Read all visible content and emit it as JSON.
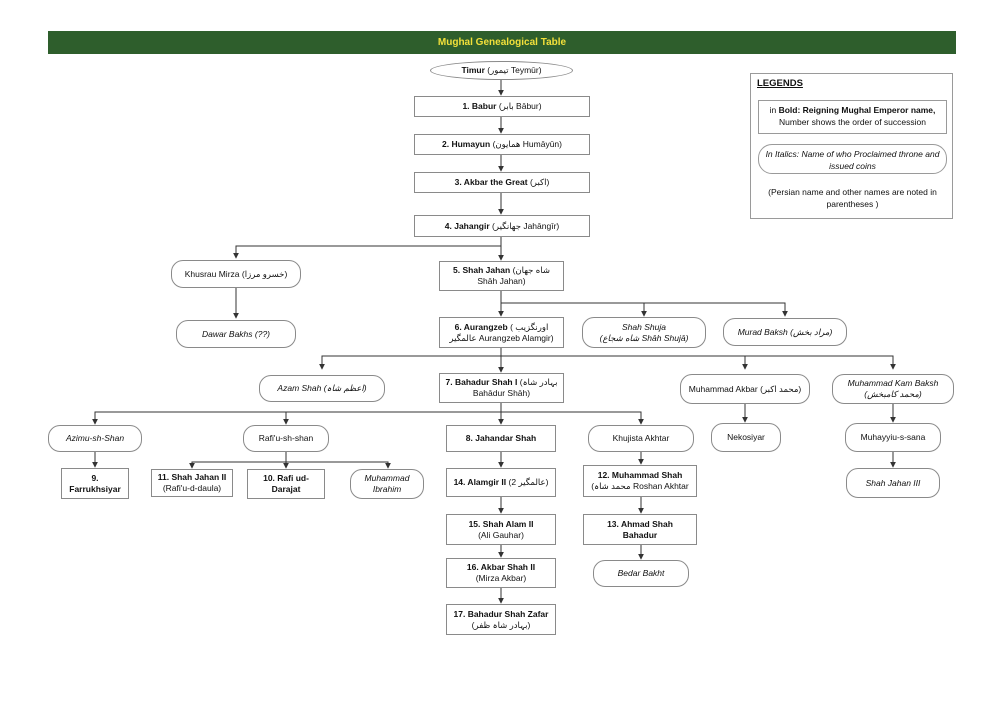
{
  "title": "Mughal Genealogical Table",
  "legend": {
    "heading": "LEGENDS",
    "bold_prefix": "in ",
    "bold_text": "Bold: Reigning Mughal Emperor name,",
    "bold_note": "Number shows the order of succession",
    "italic_text": "In Italics: Name of who Proclaimed throne and issued coins",
    "note": "(Persian name and other names are noted in parentheses )"
  },
  "nodes": {
    "timur": {
      "name": "Timur",
      "extra": "(تیمور Teymūr)"
    },
    "babur": {
      "name": "1. Babur",
      "extra": "(بابر Bābur)"
    },
    "humayun": {
      "name": "2. Humayun",
      "extra": "(همایون Humāyūn)"
    },
    "akbar": {
      "name": "3. Akbar the Great",
      "extra": "(اکبر)"
    },
    "jahangir": {
      "name": "4. Jahangir",
      "extra": "(جهانگیر Jahāngīr)"
    },
    "khusrau": {
      "name": "Khusrau Mirza",
      "extra": "(خسرو مرزا)"
    },
    "shahjahan": {
      "name": "5. Shah Jahan",
      "extra": "(شاه جهان",
      "line2": "Shāh Jahan)"
    },
    "dawar": {
      "name": "Dawar Bakhs (??)"
    },
    "aurangzeb": {
      "name": "6. Aurangzeb",
      "extra": "( اورنگزیب",
      "line2": "عالمگیر Aurangzeb Alamgir)"
    },
    "shuja": {
      "name": "Shah Shuja",
      "line2": "(شاه شجاع Shāh Shujā)"
    },
    "murad": {
      "name": "Murad Baksh",
      "extra": "(مراد بخش)"
    },
    "azam": {
      "name": "Azam Shah",
      "extra": "(اعظم شاہ)"
    },
    "bahadur1": {
      "name": "7. Bahadur Shah I",
      "extra": "(بہادر شاہ",
      "line2": "Bahādur Shāh)"
    },
    "makbar": {
      "name": "Muhammad Akbar",
      "extra": "(محمد اکبر)"
    },
    "kambaksh": {
      "name": "Muhammad Kam Baksh",
      "line2": "(محمد کامبخش)"
    },
    "azimushan": {
      "name": "Azimu-sh-Shan"
    },
    "rafiushan": {
      "name": "Rafi'u-sh-shan"
    },
    "jahandar": {
      "name": "8. Jahandar Shah"
    },
    "khujista": {
      "name": "Khujista Akhtar"
    },
    "nekosiyar": {
      "name": "Nekosiyar"
    },
    "muhayyiu": {
      "name": "Muhayyiu-s-sana"
    },
    "farrukh": {
      "name": "9.",
      "line2": "Farrukhsiyar"
    },
    "shahjahan2": {
      "name": "11. Shah Jahan II",
      "line2": "(Rafi'u-d-daula)"
    },
    "rafiud": {
      "name": "10. Rafi ud-",
      "line2": "Darajat"
    },
    "ibrahim": {
      "name": "Muhammad",
      "line2": "Ibrahim"
    },
    "alamgir2": {
      "name": "14. Alamgir II",
      "extra": "(عالمگیر 2)"
    },
    "mshah": {
      "name": "12. Muhammad Shah",
      "line2": "(محمد شاہ Roshan Akhtar"
    },
    "shahjahan3": {
      "name": "Shah Jahan III"
    },
    "shahalam2": {
      "name": "15. Shah Alam II",
      "line2": "(Ali Gauhar)"
    },
    "ahmadshah": {
      "name": "13. Ahmad Shah",
      "line2": "Bahadur"
    },
    "bedar": {
      "name": "Bedar Bakht"
    },
    "akbar2": {
      "name": "16. Akbar Shah II",
      "line2": "(Mirza Akbar)"
    },
    "zafar": {
      "name": "17. Bahadur Shah Zafar",
      "line2": "(بہادر شاہ ظفر)"
    }
  }
}
